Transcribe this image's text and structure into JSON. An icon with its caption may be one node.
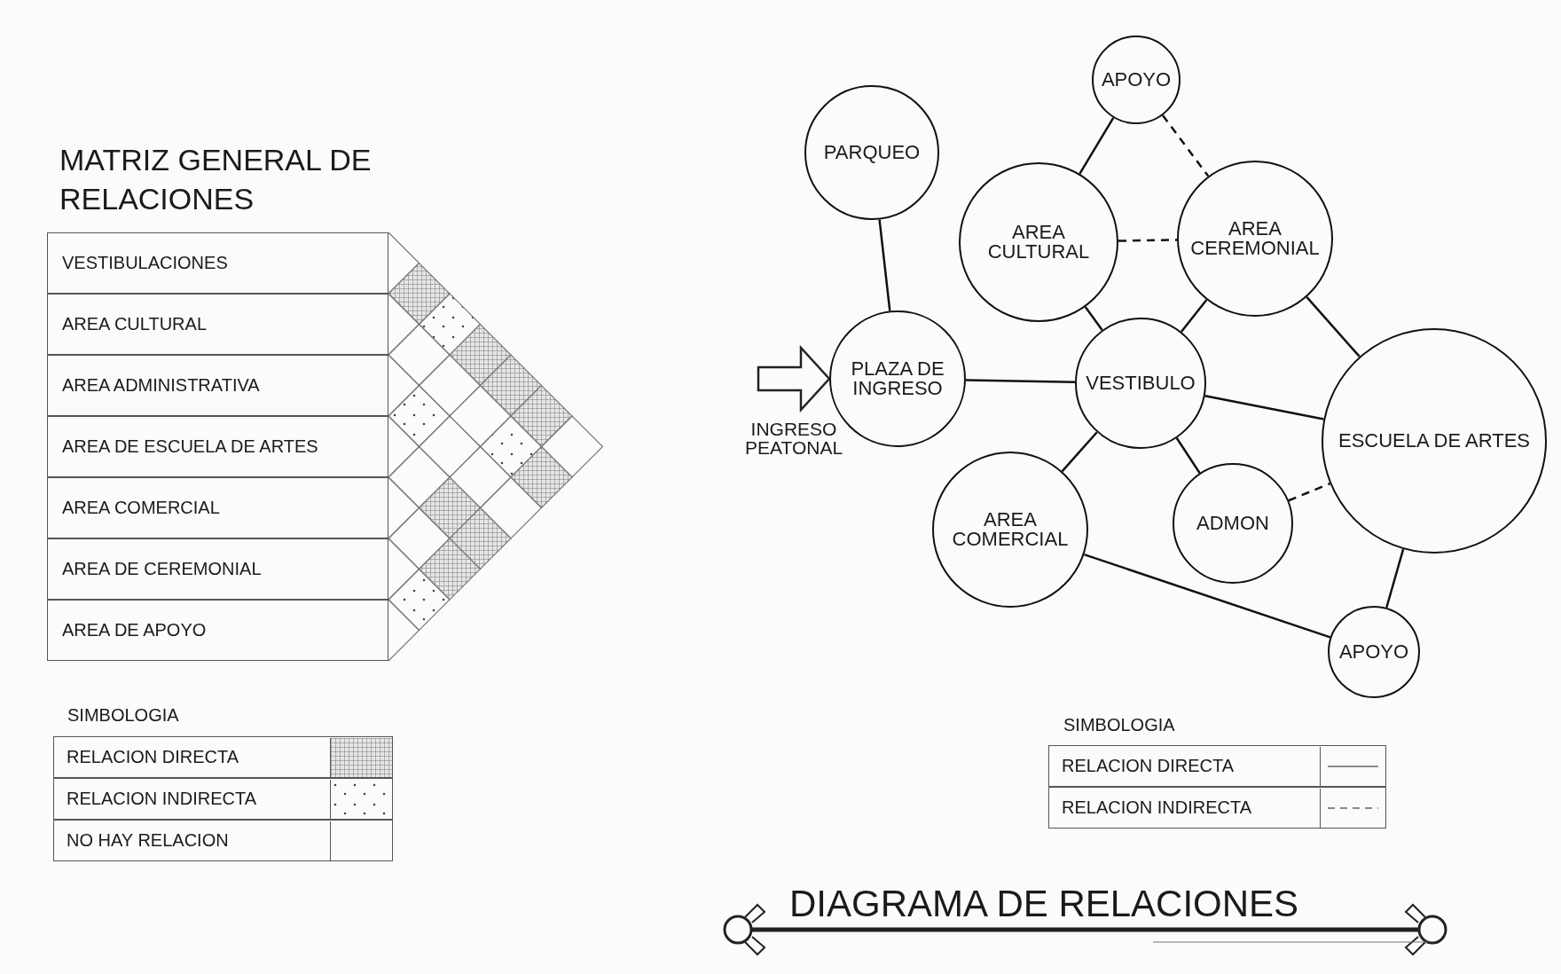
{
  "diagram": {
    "title": "DIAGRAMA DE RELACIONES",
    "nodes": [
      {
        "text": [
          "VESTIBULACIONES"
        ]
      },
      {
        "text": [
          "AREA CULTURAL"
        ]
      },
      {
        "text": [
          "AREA ADMINISTRATIVA"
        ]
      },
      {
        "text": [
          "AREA DE ESCUELA DE ARTES"
        ]
      },
      {
        "text": [
          "AREA COMERCIAL"
        ]
      },
      {
        "text": [
          "AREA DE CEREMONIAL"
        ]
      },
      {
        "text": [
          "AREA DE APOYO"
        ]
      },
      {
        "text": [
          "APOYO"
        ]
      },
      {
        "text": [
          "PARQUEO"
        ]
      },
      {
        "text": [
          "AREA CULTURAL"
        ]
      },
      {
        "text": [
          "AREA CEREMONIAL"
        ]
      },
      {
        "text": [
          "PLAZA DE INGRESO"
        ]
      },
      {
        "text": [
          "VESTIBULO"
        ]
      },
      {
        "text": [
          "ESCUELA DE ARTES"
        ]
      },
      {
        "text": [
          "AREA COMERCIAL"
        ]
      },
      {
        "text": [
          "ADMON"
        ]
      },
      {
        "text": [
          "APOYO"
        ]
      }
    ],
    "edges": [
      {
        "from": 7,
        "to": 9,
        "arrow": "none"
      },
      {
        "from": 7,
        "to": 10,
        "arrow": "none",
        "style": "dashed"
      },
      {
        "from": 9,
        "to": 10,
        "arrow": "none",
        "style": "dashed"
      },
      {
        "from": 8,
        "to": 11,
        "arrow": "none"
      },
      {
        "from": 9,
        "to": 12,
        "arrow": "none"
      },
      {
        "from": 10,
        "to": 12,
        "arrow": "none"
      },
      {
        "from": 10,
        "to": 13,
        "arrow": "none"
      },
      {
        "from": 11,
        "to": 12,
        "arrow": "none"
      },
      {
        "from": 12,
        "to": 13,
        "arrow": "none"
      },
      {
        "from": 12,
        "to": 14,
        "arrow": "none"
      },
      {
        "from": 12,
        "to": 15,
        "arrow": "none"
      },
      {
        "from": 15,
        "to": 13,
        "arrow": "none",
        "style": "dashed"
      },
      {
        "from": 14,
        "to": 16,
        "arrow": "none"
      },
      {
        "from": 13,
        "to": 16,
        "arrow": "none"
      },
      {
        "from": null,
        "to": 11,
        "arrow": "to",
        "label": "INGRESO PEATONAL"
      }
    ],
    "labels": [
      "MATRIZ GENERAL DE RELACIONES",
      "SIMBOLOGIA",
      "SIMBOLOGIA"
    ],
    "legend": [
      {
        "text": "RELACION DIRECTA"
      },
      {
        "text": "RELACION INDIRECTA"
      },
      {
        "text": "NO HAY RELACION"
      },
      {
        "text": "RELACION DIRECTA"
      },
      {
        "text": "RELACION INDIRECTA"
      }
    ]
  }
}
